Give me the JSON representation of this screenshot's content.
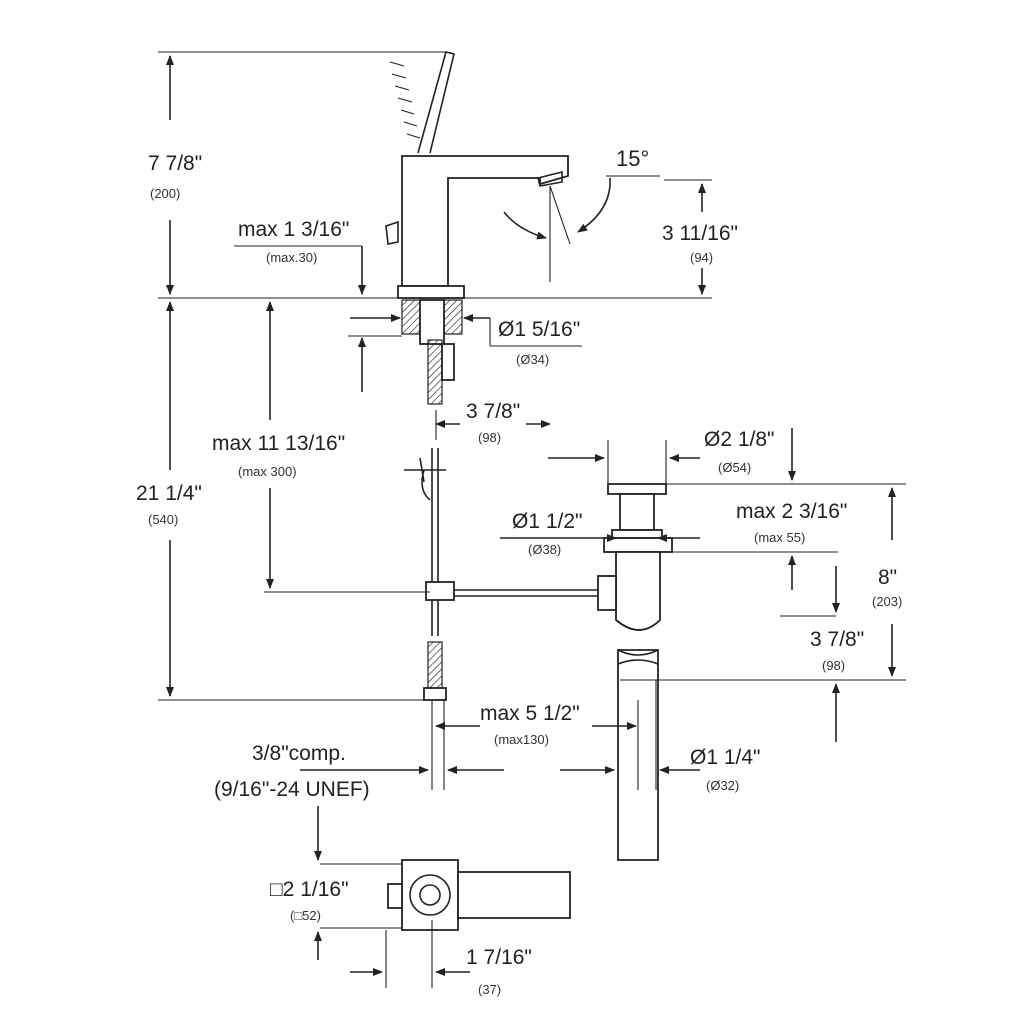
{
  "dimensions": {
    "height_top": {
      "imperial": "7 7/8\"",
      "metric": "(200)"
    },
    "spout_height": {
      "imperial": "3 11/16\"",
      "metric": "(94)"
    },
    "deck_thickness": {
      "imperial": "max 1 3/16\"",
      "metric": "(max.30)"
    },
    "shank_diameter": {
      "imperial": "Ø1 5/16\"",
      "metric": "(Ø34)"
    },
    "spout_angle": "15°",
    "spout_reach": {
      "imperial": "3 7/8\"",
      "metric": "(98)"
    },
    "lift_rod_length": {
      "imperial": "max 11 13/16\"",
      "metric": "(max 300)"
    },
    "total_height": {
      "imperial": "21 1/4\"",
      "metric": "(540)"
    },
    "drain_flange_diameter": {
      "imperial": "Ø2 1/8\"",
      "metric": "(Ø54)"
    },
    "drain_body_diameter": {
      "imperial": "Ø1 1/2\"",
      "metric": "(Ø38)"
    },
    "max_basin_thickness": {
      "imperial": "max 2 3/16\"",
      "metric": "(max 55)"
    },
    "drain_length": {
      "imperial": "8\"",
      "metric": "(203)"
    },
    "tail_length": {
      "imperial": "3 7/8\"",
      "metric": "(98)"
    },
    "hose_offset": {
      "imperial": "max 5 1/2\"",
      "metric": "(max130)"
    },
    "tailpiece_diameter": {
      "imperial": "Ø1 1/4\"",
      "metric": "(Ø32)"
    },
    "connection": {
      "line1": "3/8\"comp.",
      "line2": "(9/16\"-24 UNEF)"
    },
    "base_square": {
      "imperial": "□2 1/16\"",
      "metric": "(□52)"
    },
    "lever_width": {
      "imperial": "1 7/16\"",
      "metric": "(37)"
    }
  }
}
